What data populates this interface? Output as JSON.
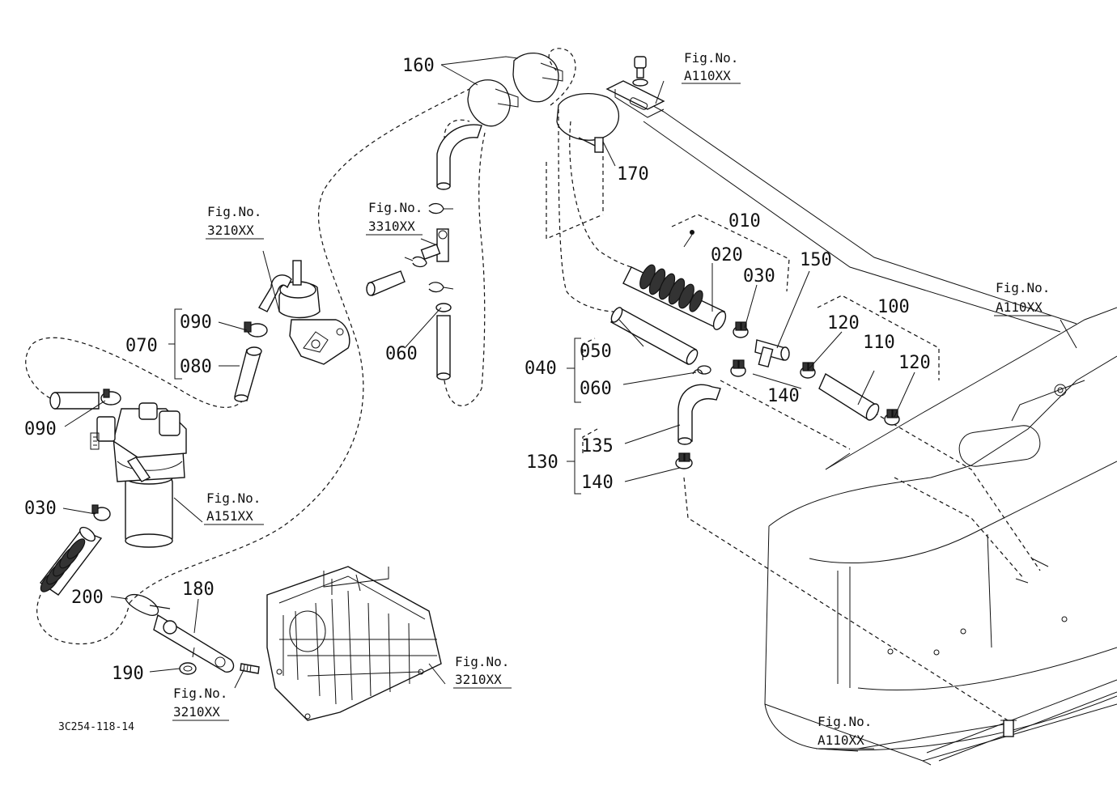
{
  "diagram_code": "3C254-118-14",
  "part_numbers": {
    "p010": "010",
    "p020": "020",
    "p030a": "030",
    "p030b": "030",
    "p040": "040",
    "p050": "050",
    "p060a": "060",
    "p060b": "060",
    "p070": "070",
    "p080": "080",
    "p090a": "090",
    "p090b": "090",
    "p100": "100",
    "p110": "110",
    "p120a": "120",
    "p120b": "120",
    "p130": "130",
    "p135": "135",
    "p140a": "140",
    "p140b": "140",
    "p150": "150",
    "p160": "160",
    "p170": "170",
    "p180": "180",
    "p190": "190",
    "p200": "200"
  },
  "figure_refs": {
    "fig_label": "Fig.No.",
    "ref_a110_top": "A110XX",
    "ref_a110_right": "A110XX",
    "ref_a110_bottom": "A110XX",
    "ref_3310": "3310XX",
    "ref_3210_pump": "3210XX",
    "ref_a151": "A151XX",
    "ref_3210_case": "3210XX",
    "ref_3210_bottom": "3210XX"
  }
}
